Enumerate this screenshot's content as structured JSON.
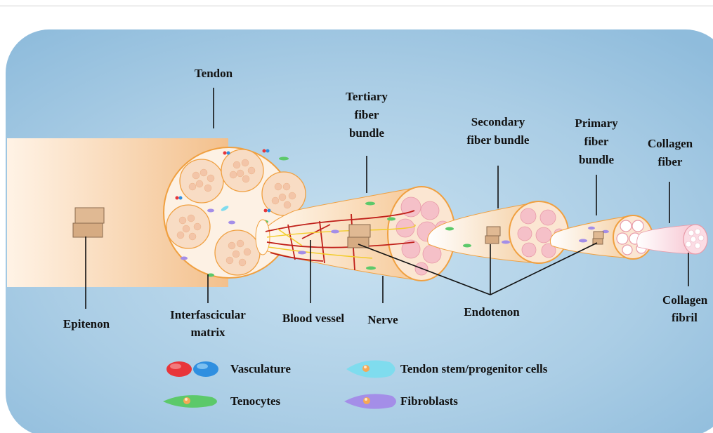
{
  "labels": {
    "tendon": "Tendon",
    "tertiary_1": "Tertiary",
    "tertiary_2": "fiber",
    "tertiary_3": "bundle",
    "secondary_1": "Secondary",
    "secondary_2": "fiber bundle",
    "primary_1": "Primary",
    "primary_2": "fiber",
    "primary_3": "bundle",
    "collagen_fiber_1": "Collagen",
    "collagen_fiber_2": "fiber",
    "epitenon": "Epitenon",
    "interfascicular_1": "Interfascicular",
    "interfascicular_2": "matrix",
    "blood_vessel": "Blood vessel",
    "nerve": "Nerve",
    "endotenon": "Endotenon",
    "collagen_fibril_1": "Collagen",
    "collagen_fibril_2": "fibril"
  },
  "legend": {
    "vasculature": "Vasculature",
    "stem_cells": "Tendon stem/progenitor cells",
    "tenocytes": "Tenocytes",
    "fibroblasts": "Fibroblasts"
  },
  "colors": {
    "background": "#a9cde6",
    "tendon_body": "#f5c99a",
    "sheath_stroke": "#f0a040",
    "fascicle_fill": "#f8dcc4",
    "fibril_fill": "#f7d0da",
    "vessel": "#c0201a",
    "nerve": "#f2cc2a",
    "red_cell": "#e8353a",
    "blue_cell": "#2f8fe0",
    "tenocyte": "#5cc96a",
    "stem_cell": "#7fdcee",
    "fibroblast": "#a48ee8"
  }
}
